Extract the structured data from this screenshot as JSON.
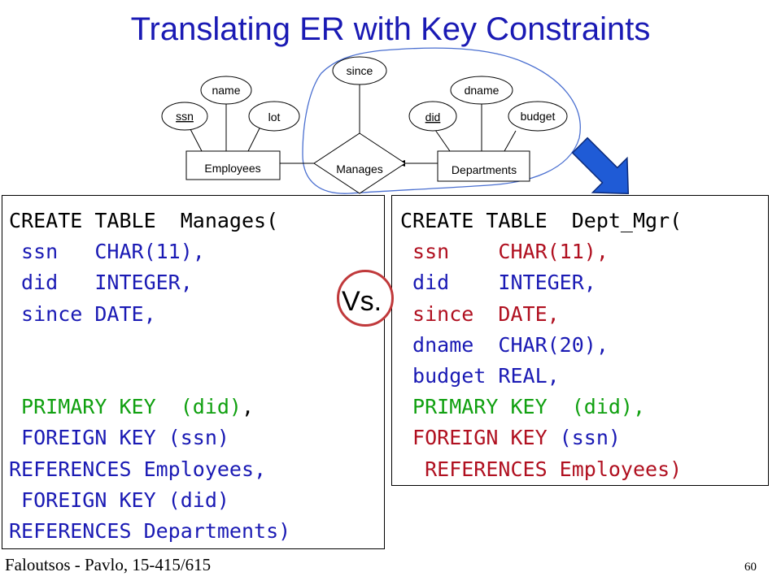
{
  "title": "Translating ER with Key Constraints",
  "er": {
    "attrs": {
      "ssn": "ssn",
      "name": "name",
      "lot": "lot",
      "since": "since",
      "did": "did",
      "dname": "dname",
      "budget": "budget"
    },
    "entities": {
      "employees": "Employees",
      "departments": "Departments"
    },
    "relationship": "Manages"
  },
  "vs_label": "Vs.",
  "left_sql": {
    "l1a": "CREATE TABLE",
    "l1b": "  Manages(",
    "l2a": " ssn",
    "l2b": "   CHAR(11),",
    "l3a": " did",
    "l3b": "   INTEGER,",
    "l4a": " since",
    "l4b": " DATE,",
    "l5": " PRIMARY KEY",
    "l5b": "  (did)",
    "l5c": ",",
    "l6": " FOREIGN KEY (ssn)",
    "l7": "REFERENCES Employees,",
    "l8": " FOREIGN KEY (did)",
    "l9": "REFERENCES Departments)"
  },
  "right_sql": {
    "l1a": "CREATE TABLE",
    "l1b": "  Dept_Mgr(",
    "l2a": " ssn",
    "l2b": "    CHAR(11)",
    "l2c": ",",
    "l3a": " did",
    "l3b": "    INTEGER,",
    "l4a": " since",
    "l4b": "  DATE,",
    "l5a": " dname",
    "l5b": "  CHAR(20),",
    "l6a": " budget",
    "l6b": " REAL,",
    "l7a": " PRIMARY KEY",
    "l7b": "  (did)",
    "l7c": ",",
    "l8a": " FOREIGN KEY",
    "l8b": " (ssn)",
    "l9": "  REFERENCES Employees)"
  },
  "footer": "Faloutsos - Pavlo, 15-415/615",
  "page_number": "60",
  "colors": {
    "title": "#1a1ab4",
    "sql_blue": "#1a1ab4",
    "sql_green": "#10a010",
    "sql_red": "#b01020",
    "circle": "#c0393b",
    "outline": "#4a6fd0",
    "arrow": "#1f5bd6"
  }
}
